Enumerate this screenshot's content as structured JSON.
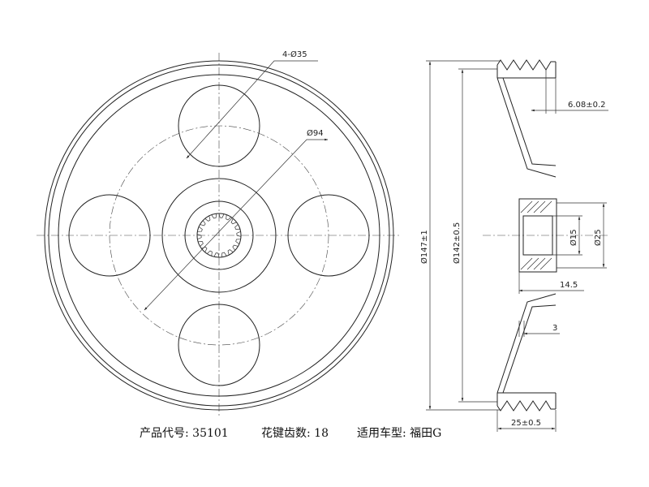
{
  "front_view": {
    "hole_label": "4-Ø35",
    "pcd_label": "Ø94"
  },
  "side_view": {
    "groove_pitch_label": "6.08±0.2",
    "outer_dia_label": "Ø147±1",
    "inner_dia_label": "Ø142±0.5",
    "bore_label": "Ø15",
    "hub_dia_label": "Ø25",
    "hub_len_label": "14.5",
    "wall_label": "3",
    "width_label": "25±0.5"
  },
  "caption": {
    "product_code": "产品代号: 35101",
    "spline_teeth": "花键齿数: 18",
    "vehicle_model": "适用车型: 福田G"
  }
}
